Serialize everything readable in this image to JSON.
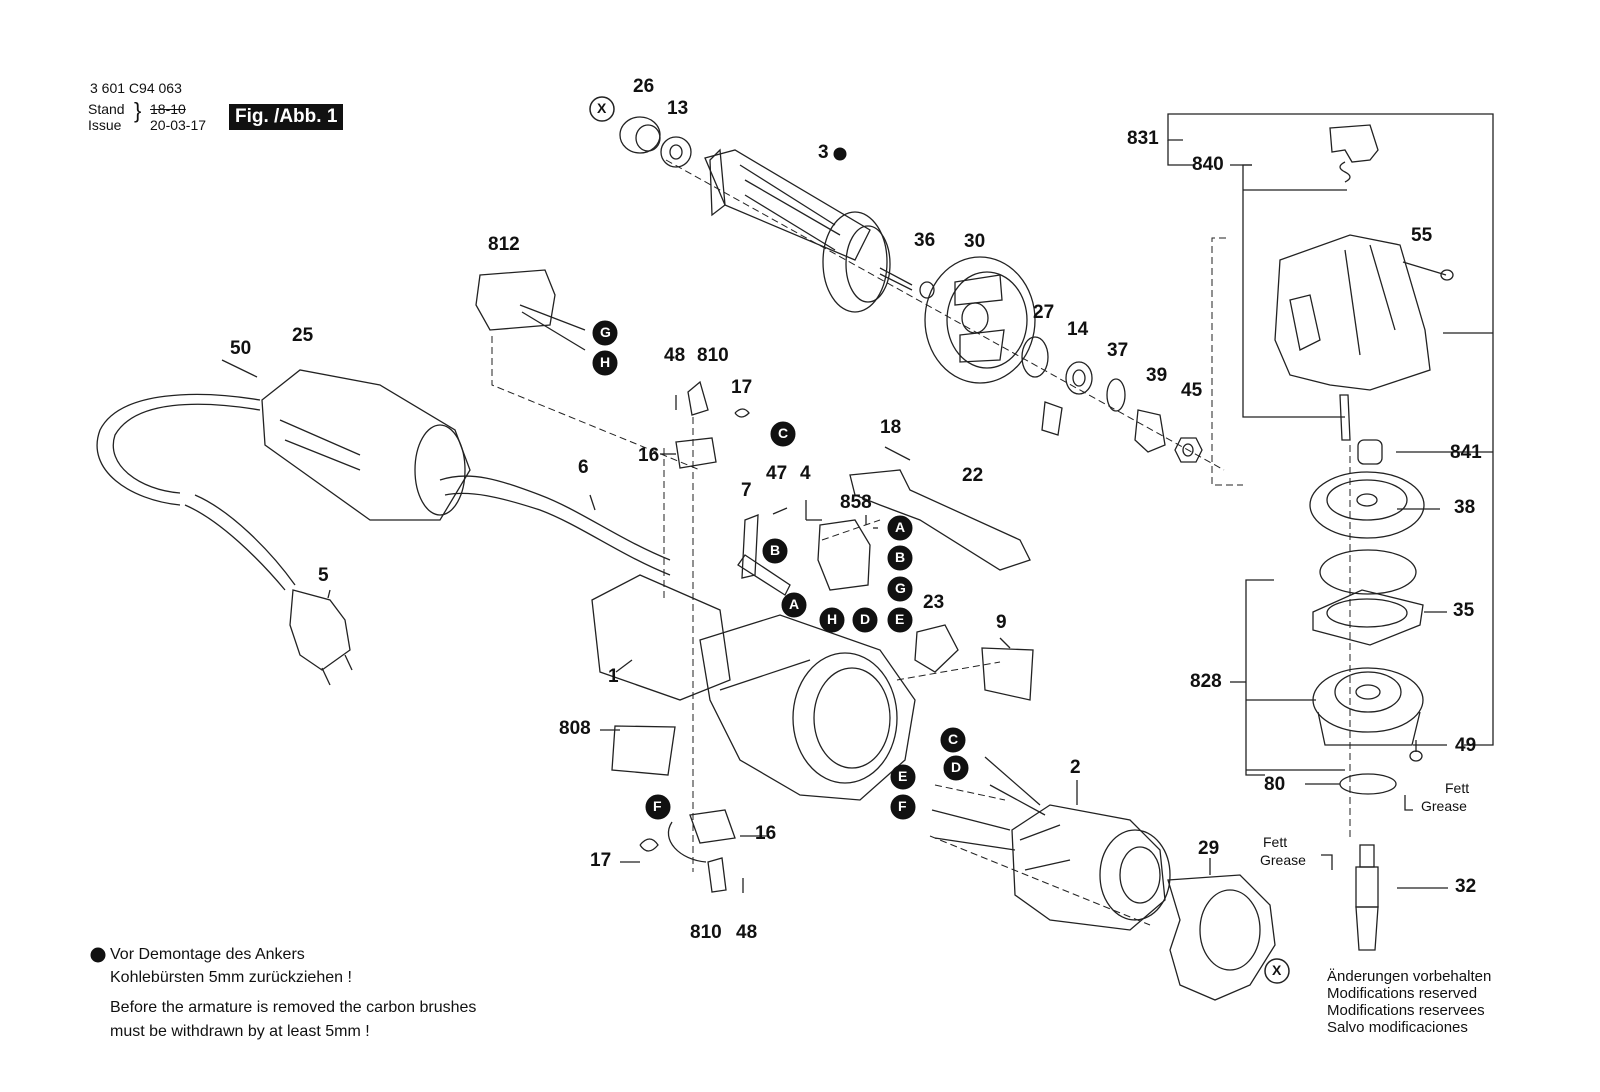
{
  "header": {
    "doc_number": "3 601 C94 063",
    "stand_label": "Stand",
    "issue_label": "Issue",
    "stand_value": "18-10",
    "issue_value": "20-03-17",
    "figure_label": "Fig. /Abb. 1"
  },
  "parts": {
    "p1": "1",
    "p2": "2",
    "p3": "3",
    "p4": "4",
    "p5": "5",
    "p6": "6",
    "p7": "7",
    "p9": "9",
    "p13": "13",
    "p14": "14",
    "p16a": "16",
    "p16b": "16",
    "p17a": "17",
    "p17b": "17",
    "p18": "18",
    "p22": "22",
    "p23": "23",
    "p25": "25",
    "p26": "26",
    "p27": "27",
    "p29": "29",
    "p30": "30",
    "p32": "32",
    "p35": "35",
    "p36": "36",
    "p37": "37",
    "p38": "38",
    "p39": "39",
    "p45": "45",
    "p47": "47",
    "p48a": "48",
    "p48b": "48",
    "p49": "49",
    "p50": "50",
    "p55": "55",
    "p80": "80",
    "p808": "808",
    "p810a": "810",
    "p810b": "810",
    "p812": "812",
    "p828": "828",
    "p831": "831",
    "p840": "840",
    "p841": "841",
    "p858": "858"
  },
  "markers": {
    "A": "A",
    "B": "B",
    "C": "C",
    "D": "D",
    "E": "E",
    "F": "F",
    "G": "G",
    "H": "H",
    "X": "X"
  },
  "grease": {
    "fett1": "Fett",
    "grease1": "Grease",
    "fett2": "Fett",
    "grease2": "Grease"
  },
  "note": {
    "de_line1": "Vor Demontage des Ankers",
    "de_line2": "Kohlebürsten 5mm zurückziehen !",
    "en_line1": "Before the armature is removed the carbon brushes",
    "en_line2": "must be withdrawn by at least 5mm !"
  },
  "modifications": {
    "de": "Änderungen vorbehalten",
    "en": "Modifications reserved",
    "fr": "Modifications reservees",
    "es": "Salvo modificaciones"
  }
}
